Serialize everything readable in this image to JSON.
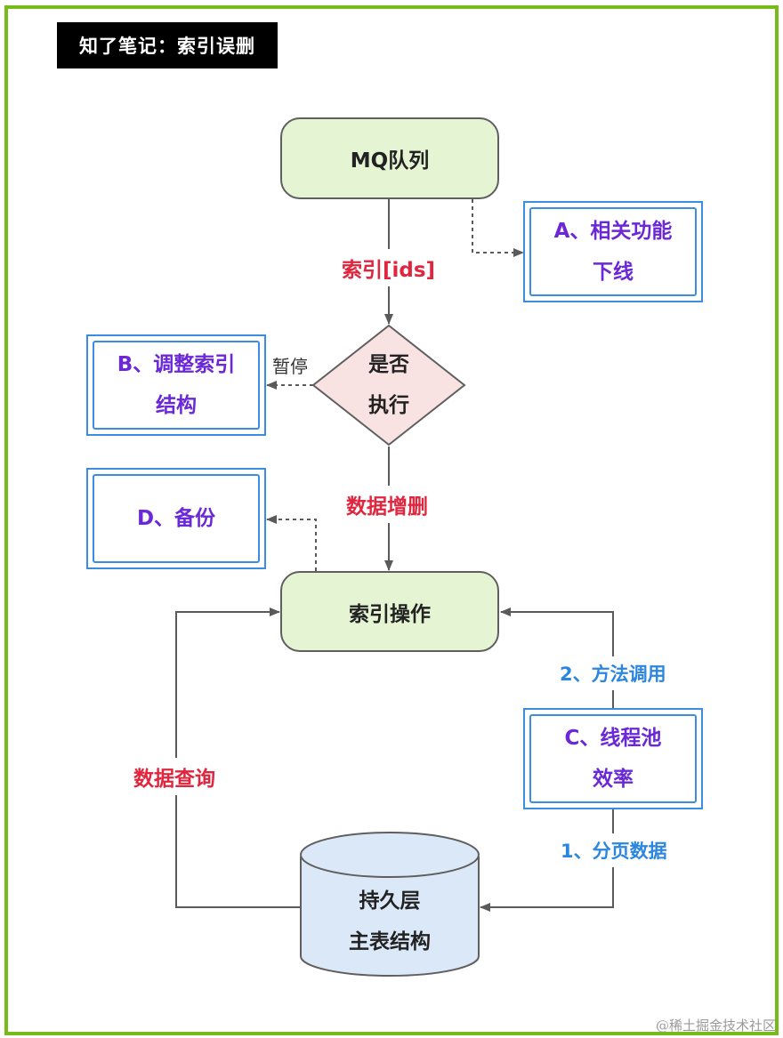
{
  "title": "知了笔记：索引误删",
  "nodes": {
    "mq_queue": "MQ队列",
    "decision": [
      "是否",
      "执行"
    ],
    "index_operation": "索引操作",
    "persistence": [
      "持久层",
      "主表结构"
    ]
  },
  "notes": {
    "a": [
      "A、相关功能",
      "下线"
    ],
    "b": [
      "B、调整索引",
      "结构"
    ],
    "c": [
      "C、线程池",
      "效率"
    ],
    "d": [
      "D、备份"
    ]
  },
  "edge_labels": {
    "index_ids": "索引[ids]",
    "pause": "暂停",
    "data_add_delete": "数据增删",
    "data_query": "数据查询",
    "method_call": "2、方法调用",
    "page_data": "1、分页数据"
  },
  "watermark": "@稀土掘金技术社区",
  "colors": {
    "frame": "#76bb1a",
    "process_fill": "#e5f5d3",
    "decision_fill": "#f9e2e2",
    "database_fill": "#dae8f8",
    "note_border": "#3a8de0",
    "note_text": "#6a28d6",
    "red_label": "#e0263e",
    "blue_label": "#2b86e0"
  }
}
